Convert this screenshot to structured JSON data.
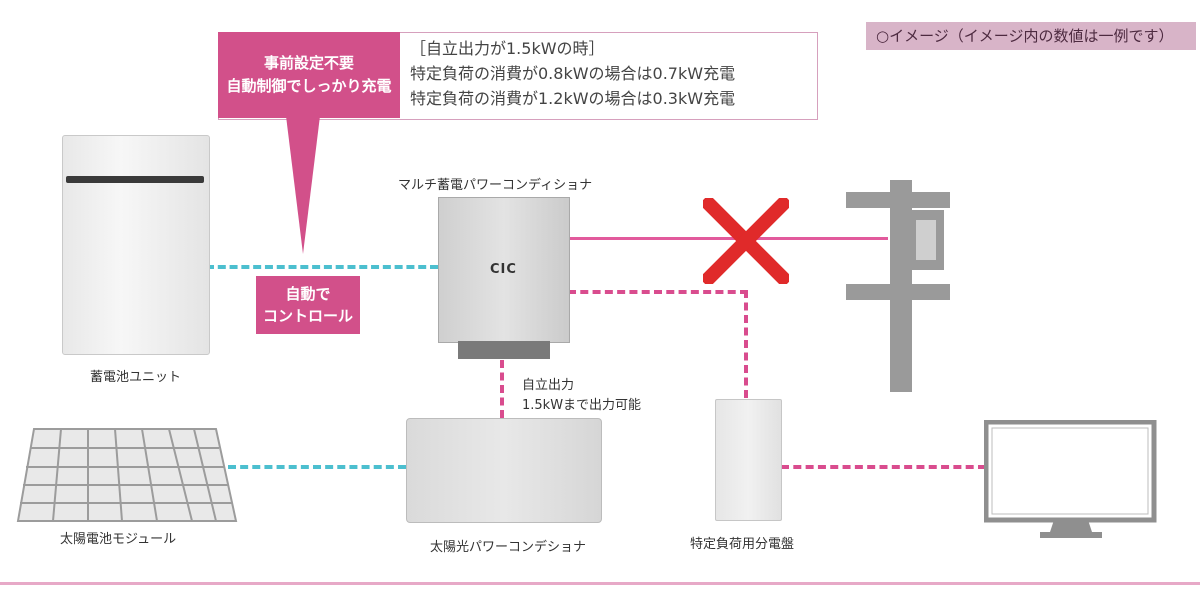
{
  "note": {
    "left_line1": "事前設定不要",
    "left_line2": "自動制御でしっかり充電",
    "right_line1": "［自立出力が1.5kWの時］",
    "right_line2": "特定負荷の消費が0.8kWの場合は0.7kW充電",
    "right_line3": "特定負荷の消費が1.2kWの場合は0.3kW充電"
  },
  "image_note": "○イメージ（イメージ内の数値は一例です）",
  "auto_control": {
    "line1": "自動で",
    "line2": "コントロール"
  },
  "labels": {
    "battery_unit": "蓄電池ユニット",
    "multi_pcs": "マルチ蓄電パワーコンディショナ",
    "solar_module": "太陽電池モジュール",
    "solar_pcs": "太陽光パワーコンデショナ",
    "panelboard": "特定負荷用分電盤",
    "self_output_line1": "自立出力",
    "self_output_line2": "1.5kWまで出力可能"
  },
  "pcs_logo": "CIC",
  "icons": [
    "battery-unit-icon",
    "power-conditioner-icon",
    "solar-panel-icon",
    "utility-pole-icon",
    "distribution-board-icon",
    "tv-icon",
    "cross-icon"
  ],
  "colors": {
    "accent_pink": "#d2508a",
    "line_cyan": "#4cbfcf",
    "line_pink": "#d94c8e",
    "cross_red": "#e02a2a"
  }
}
